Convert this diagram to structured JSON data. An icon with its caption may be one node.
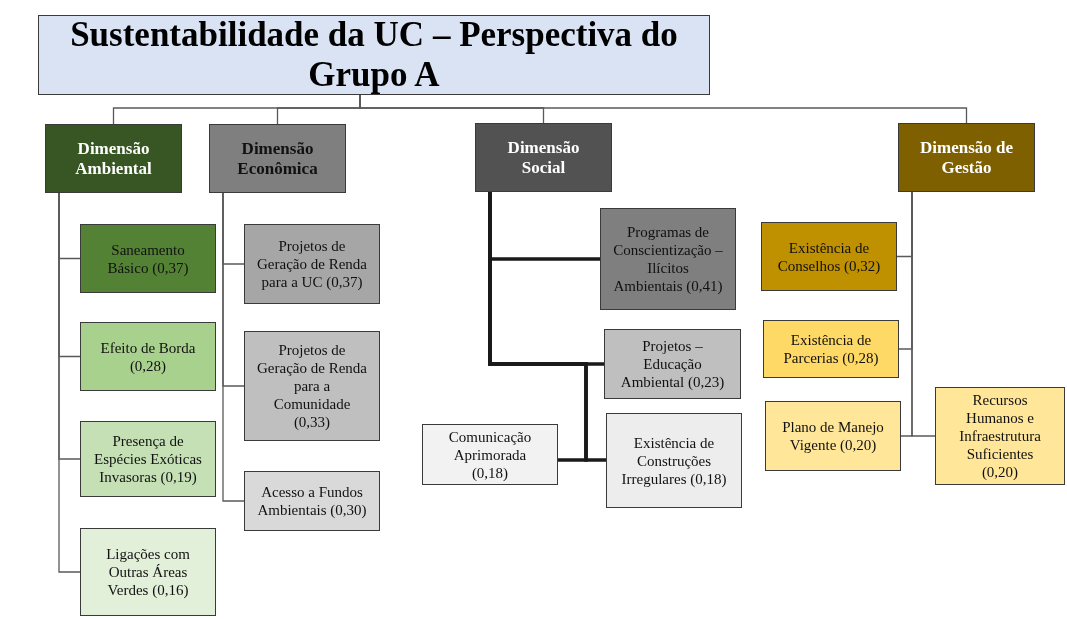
{
  "diagram": {
    "nodes": [
      {
        "text": [
          "Sustentabilidade da UC – Perspectiva do Grupo A"
        ]
      },
      {
        "text": [
          "Dimensão Ambiental"
        ]
      },
      {
        "text": [
          "Dimensão Econômica"
        ]
      },
      {
        "text": [
          "Dimensão Social"
        ]
      },
      {
        "text": [
          "Dimensão de Gestão"
        ]
      },
      {
        "text": [
          "Saneamento Básico (0,37)"
        ]
      },
      {
        "text": [
          "Efeito de Borda (0,28)"
        ]
      },
      {
        "text": [
          "Presença de Espécies Exóticas Invasoras (0,19)"
        ]
      },
      {
        "text": [
          "Ligações com Outras Áreas Verdes (0,16)"
        ]
      },
      {
        "text": [
          "Projetos de Geração de Renda para a UC (0,37)"
        ]
      },
      {
        "text": [
          "Projetos de Geração de Renda para a Comunidade (0,33)"
        ]
      },
      {
        "text": [
          "Acesso a Fundos Ambientais (0,30)"
        ]
      },
      {
        "text": [
          "Programas de Conscientização – Ilícitos Ambientais (0,41)"
        ]
      },
      {
        "text": [
          "Projetos – Educação Ambiental (0,23)"
        ]
      },
      {
        "text": [
          "Comunicação Aprimorada (0,18)"
        ]
      },
      {
        "text": [
          "Existência de Construções Irregulares (0,18)"
        ]
      },
      {
        "text": [
          "Existência de Conselhos (0,32)"
        ]
      },
      {
        "text": [
          "Existência de Parcerias (0,28)"
        ]
      },
      {
        "text": [
          "Plano de Manejo Vigente (0,20)"
        ]
      },
      {
        "text": [
          "Recursos Humanos e Infraestrutura Suficientes (0,20)"
        ]
      }
    ],
    "edges": [
      {
        "from": 0,
        "to": 1,
        "arrow": "none"
      },
      {
        "from": 0,
        "to": 2,
        "arrow": "none"
      },
      {
        "from": 0,
        "to": 3,
        "arrow": "none"
      },
      {
        "from": 0,
        "to": 4,
        "arrow": "none"
      },
      {
        "from": 1,
        "to": 5,
        "arrow": "none"
      },
      {
        "from": 1,
        "to": 6,
        "arrow": "none"
      },
      {
        "from": 1,
        "to": 7,
        "arrow": "none"
      },
      {
        "from": 1,
        "to": 8,
        "arrow": "none"
      },
      {
        "from": 2,
        "to": 9,
        "arrow": "none"
      },
      {
        "from": 2,
        "to": 10,
        "arrow": "none"
      },
      {
        "from": 2,
        "to": 11,
        "arrow": "none"
      },
      {
        "from": 3,
        "to": 12,
        "arrow": "none",
        "style": "thick"
      },
      {
        "from": 3,
        "to": 13,
        "arrow": "none",
        "style": "thick"
      },
      {
        "from": 3,
        "to": 14,
        "arrow": "none",
        "style": "thick"
      },
      {
        "from": 3,
        "to": 15,
        "arrow": "none",
        "style": "thick"
      },
      {
        "from": 4,
        "to": 16,
        "arrow": "none"
      },
      {
        "from": 4,
        "to": 17,
        "arrow": "none"
      },
      {
        "from": 4,
        "to": 18,
        "arrow": "none"
      },
      {
        "from": 4,
        "to": 19,
        "arrow": "none"
      }
    ]
  }
}
